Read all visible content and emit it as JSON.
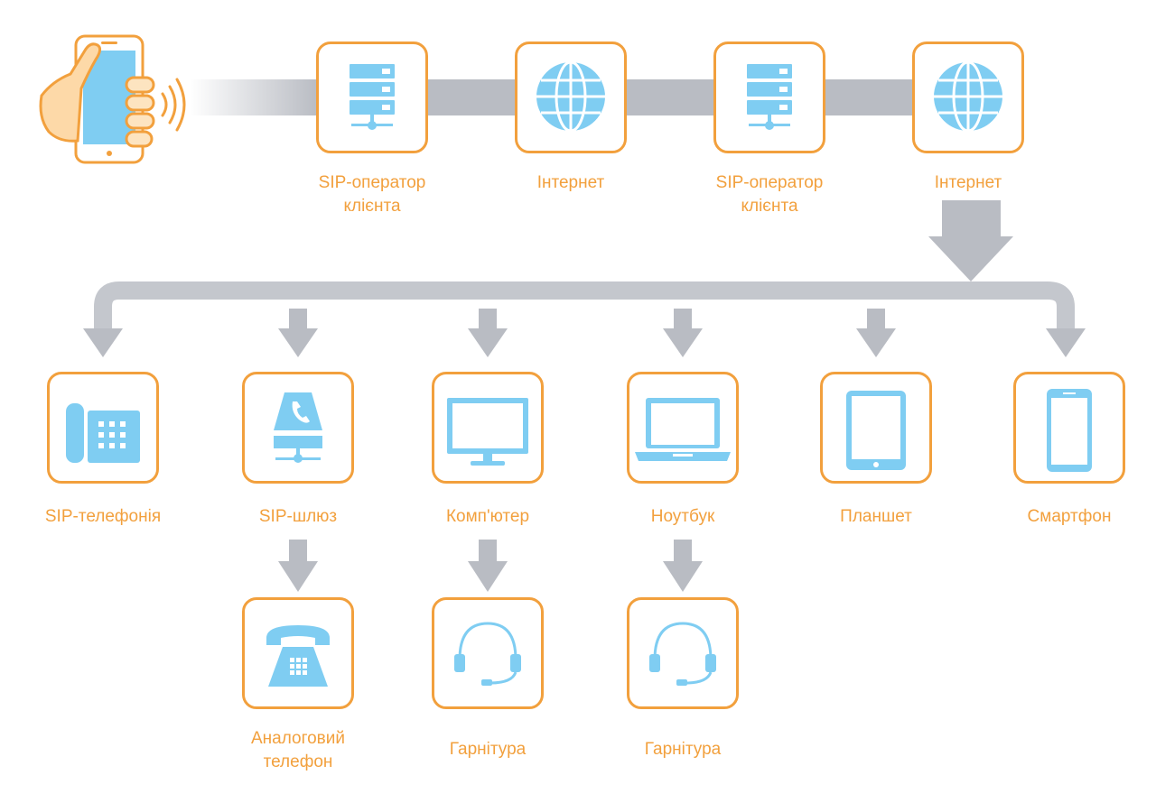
{
  "colors": {
    "accent": "#f2a03d",
    "icon": "#7fcdf2",
    "connector": "#b9bcc3"
  },
  "caller": {
    "icon": "hand-smartphone-calling-icon"
  },
  "top_row": [
    {
      "label": "SIP-оператор\nклієнта",
      "icon": "server-stack-icon"
    },
    {
      "label": "Інтернет",
      "icon": "globe-icon"
    },
    {
      "label": "SIP-оператор\nклієнта",
      "icon": "server-stack-icon"
    },
    {
      "label": "Інтернет",
      "icon": "globe-icon"
    }
  ],
  "endpoints": [
    {
      "label": "SIP-телефонія",
      "icon": "desk-ip-phone-icon"
    },
    {
      "label": "SIP-шлюз",
      "icon": "voip-gateway-icon"
    },
    {
      "label": "Комп'ютер",
      "icon": "monitor-icon"
    },
    {
      "label": "Ноутбук",
      "icon": "laptop-icon"
    },
    {
      "label": "Планшет",
      "icon": "tablet-icon"
    },
    {
      "label": "Смартфон",
      "icon": "smartphone-icon"
    }
  ],
  "sub_devices": [
    {
      "label": "Аналоговий\nтелефон",
      "icon": "analog-telephone-icon"
    },
    {
      "label": "Гарнітура",
      "icon": "headset-icon"
    },
    {
      "label": "Гарнітура",
      "icon": "headset-icon"
    }
  ]
}
